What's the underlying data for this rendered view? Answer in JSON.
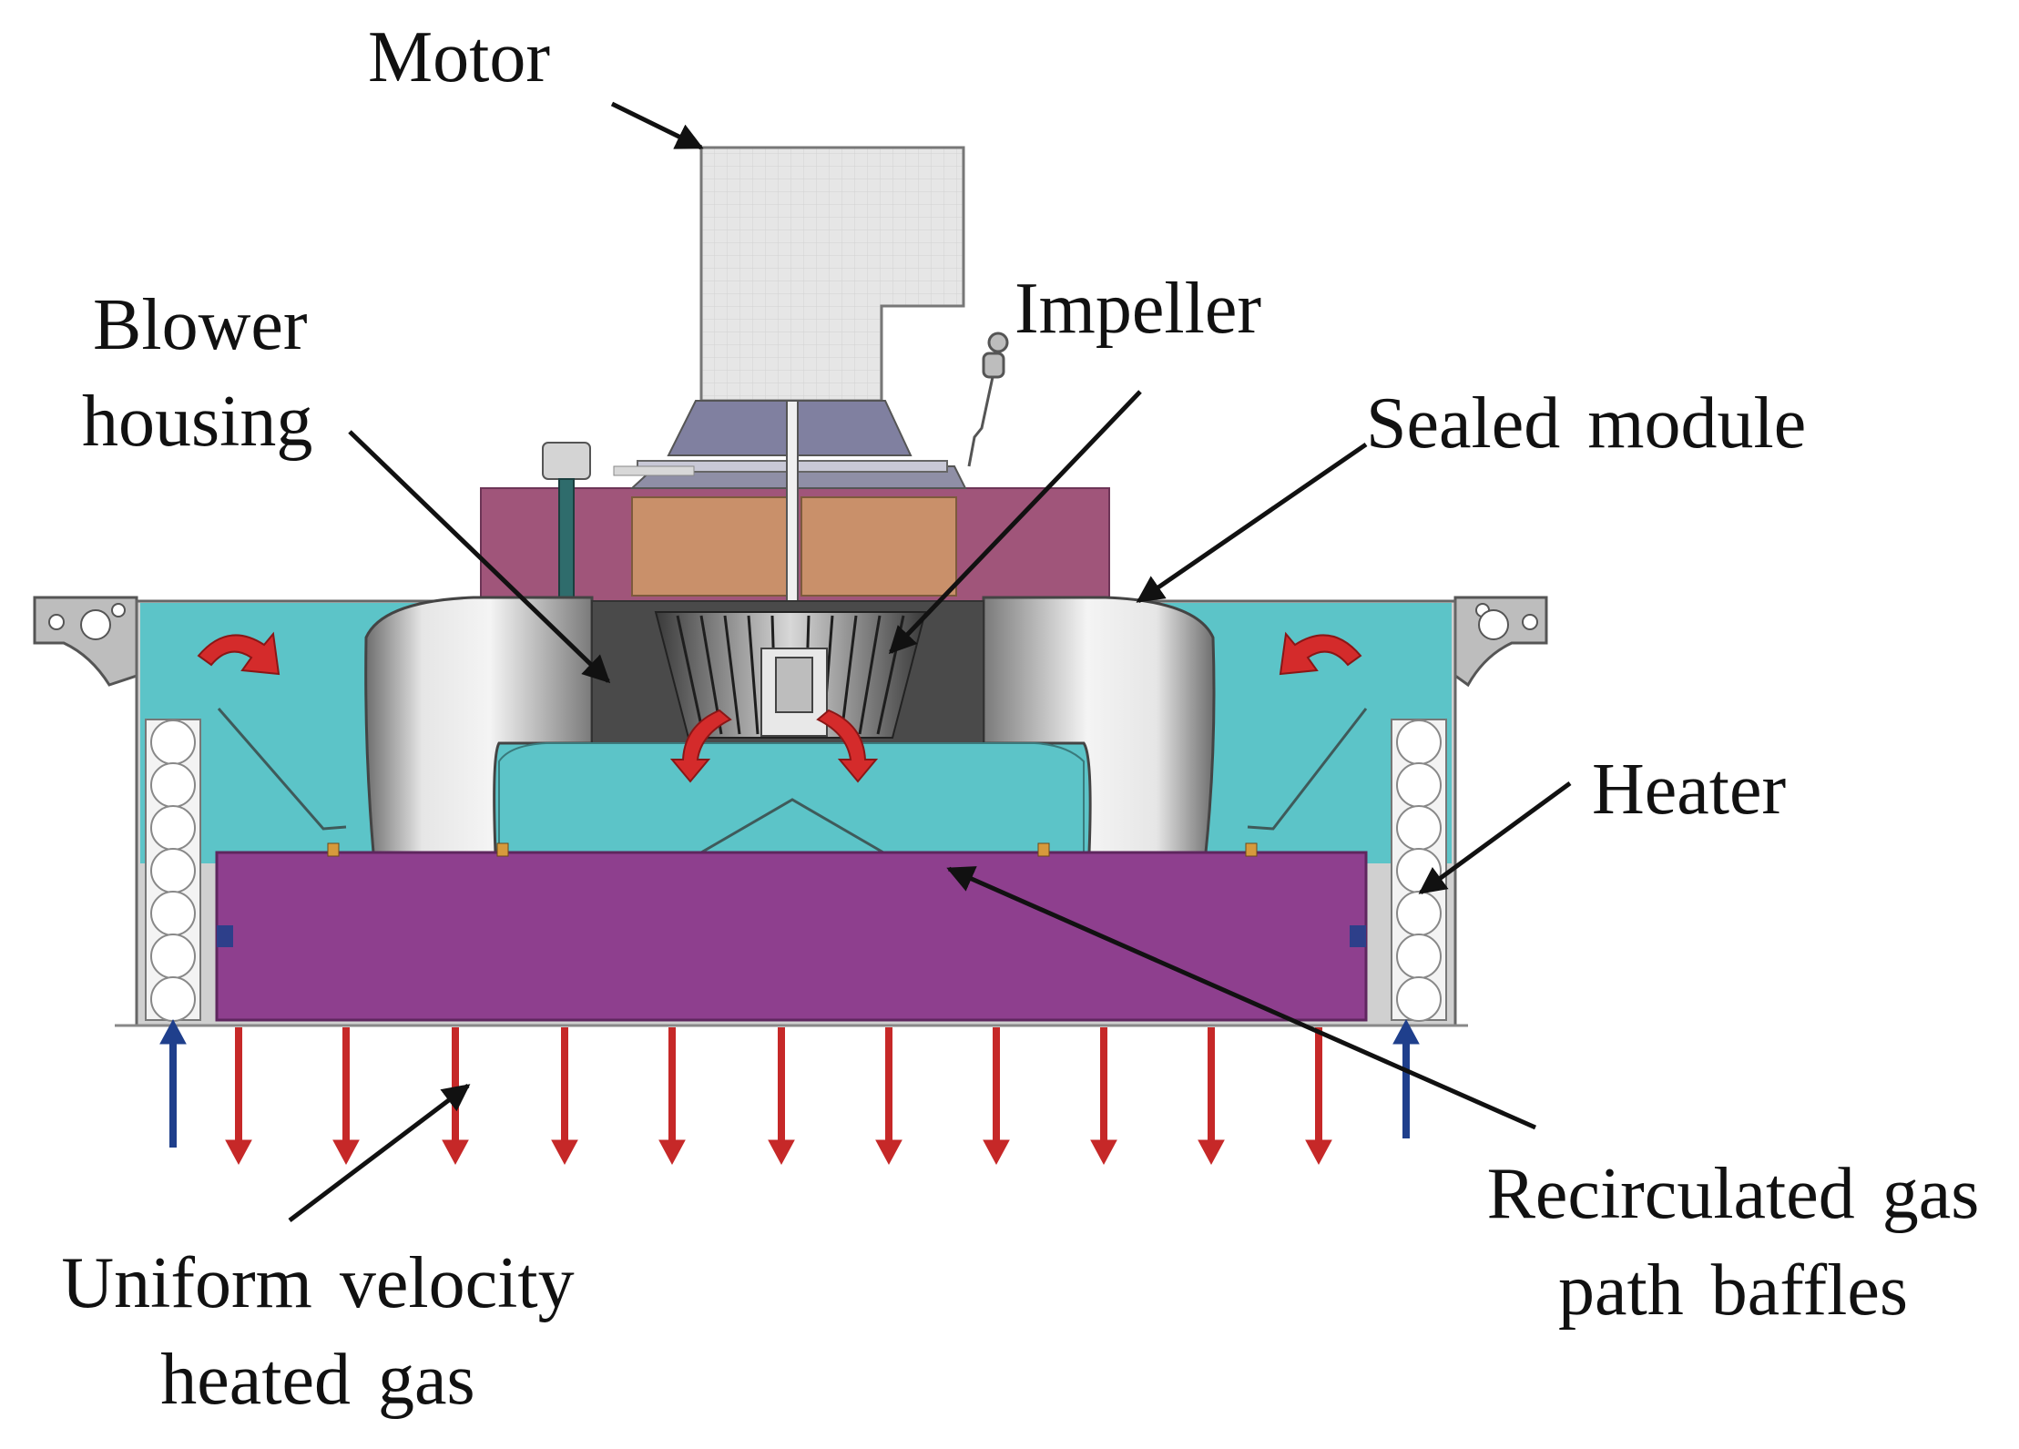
{
  "labels": {
    "motor": "Motor",
    "blower_line1": "Blower",
    "blower_line2": "housing",
    "impeller": "Impeller",
    "sealed_module": "Sealed module",
    "heater": "Heater",
    "recirc_line1": "Recirculated gas",
    "recirc_line2": "path baffles",
    "uniform_line1": "Uniform velocity",
    "uniform_line2": "heated gas"
  },
  "colors": {
    "housing_cyan": "#5cc4c8",
    "base_purple": "#8e3f8e",
    "upper_mauve": "#a0557a",
    "motor_gray": "#e4e4e4",
    "winding_tan": "#c9906a",
    "flow_red": "#d42b2b",
    "inlet_blue": "#1f3f8c",
    "frame_gray": "#c8c8c8"
  }
}
